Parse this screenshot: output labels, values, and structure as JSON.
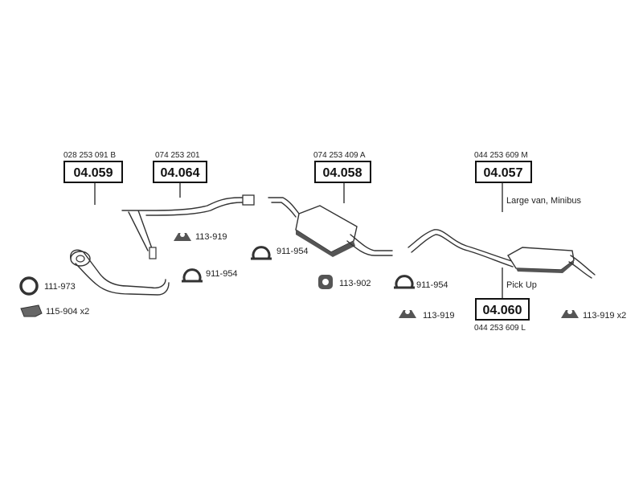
{
  "assemblies": [
    {
      "code": "04.059",
      "oe_number": "028 253 091 B"
    },
    {
      "code": "04.064",
      "oe_number": "074 253 201"
    },
    {
      "code": "04.058",
      "oe_number": "074 253 409 A"
    },
    {
      "code": "04.057",
      "oe_number": "044 253 609 M",
      "note": "Large van, Minibus"
    },
    {
      "code": "04.060",
      "oe_number": "044 253 609 L",
      "note": "Pick Up"
    }
  ],
  "accessories": [
    {
      "label": "111-973"
    },
    {
      "label": "115-904 x2"
    },
    {
      "label": "113-919"
    },
    {
      "label": "911-954"
    },
    {
      "label": "911-954"
    },
    {
      "label": "113-902"
    },
    {
      "label": "911-954"
    },
    {
      "label": "113-919"
    },
    {
      "label": "113-919 x2"
    }
  ]
}
